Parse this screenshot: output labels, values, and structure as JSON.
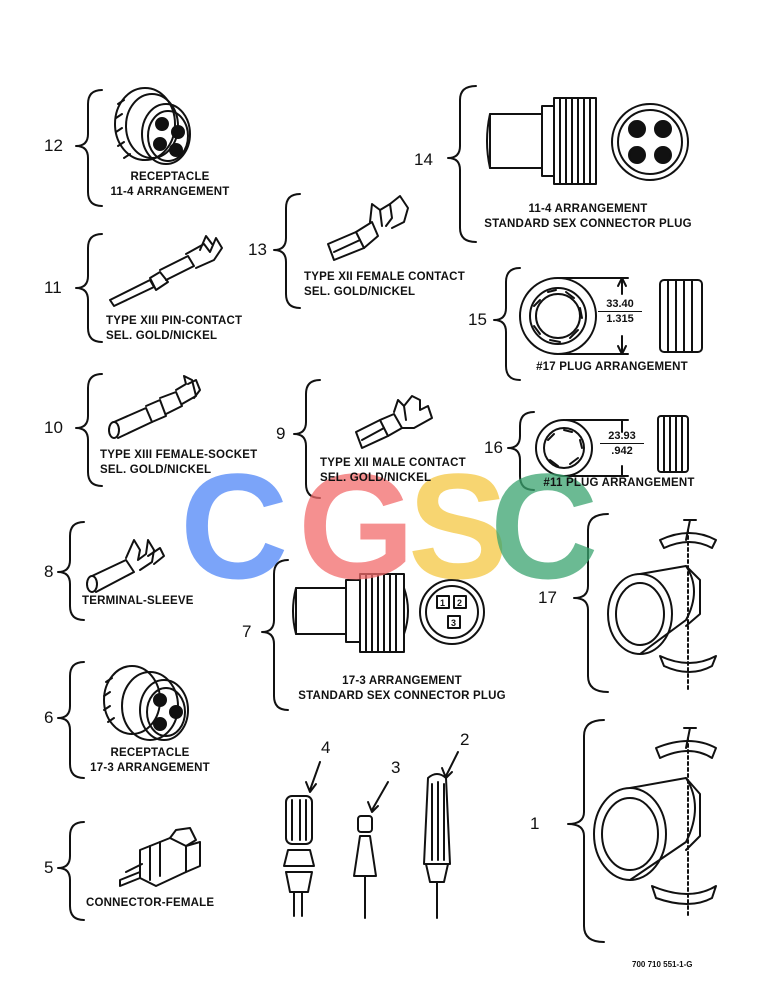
{
  "items": [
    {
      "num": "12",
      "lines": [
        "RECEPTACLE",
        "11-4 ARRANGEMENT"
      ]
    },
    {
      "num": "11",
      "lines": [
        "TYPE XIII PIN-CONTACT",
        "SEL. GOLD/NICKEL"
      ]
    },
    {
      "num": "10",
      "lines": [
        "TYPE XIII FEMALE-SOCKET",
        "SEL. GOLD/NICKEL"
      ]
    },
    {
      "num": "8",
      "lines": [
        "TERMINAL-SLEEVE"
      ]
    },
    {
      "num": "6",
      "lines": [
        "RECEPTACLE",
        "17-3 ARRANGEMENT"
      ]
    },
    {
      "num": "5",
      "lines": [
        "CONNECTOR-FEMALE"
      ]
    },
    {
      "num": "13",
      "lines": [
        "TYPE XII FEMALE CONTACT",
        "SEL. GOLD/NICKEL"
      ]
    },
    {
      "num": "9",
      "lines": [
        "TYPE XII MALE CONTACT",
        "SEL. GOLD/NICKEL"
      ]
    },
    {
      "num": "7",
      "lines": [
        "17-3 ARRANGEMENT",
        "STANDARD SEX CONNECTOR PLUG"
      ]
    },
    {
      "num": "14",
      "lines": [
        "11-4 ARRANGEMENT",
        "STANDARD SEX CONNECTOR PLUG"
      ]
    },
    {
      "num": "15",
      "lines": [
        "#17 PLUG ARRANGEMENT"
      ]
    },
    {
      "num": "16",
      "lines": [
        "#11 PLUG ARRANGEMENT"
      ]
    },
    {
      "num": "17",
      "lines": []
    },
    {
      "num": "1",
      "lines": []
    },
    {
      "num": "2",
      "lines": []
    },
    {
      "num": "3",
      "lines": []
    },
    {
      "num": "4",
      "lines": []
    }
  ],
  "dimensions": {
    "plug17": {
      "mm": "33.40",
      "inch": "1.315"
    },
    "plug11": {
      "mm": "23.93",
      "inch": ".942"
    }
  },
  "pin_numbers": [
    "1",
    "2",
    "3"
  ],
  "doc_number": "700 710 551-1-G",
  "watermark": {
    "text": [
      "C",
      "G",
      "S",
      "C"
    ],
    "colors": [
      "#4f86f7",
      "#f26b6b",
      "#f5c842",
      "#3aa46f"
    ]
  }
}
